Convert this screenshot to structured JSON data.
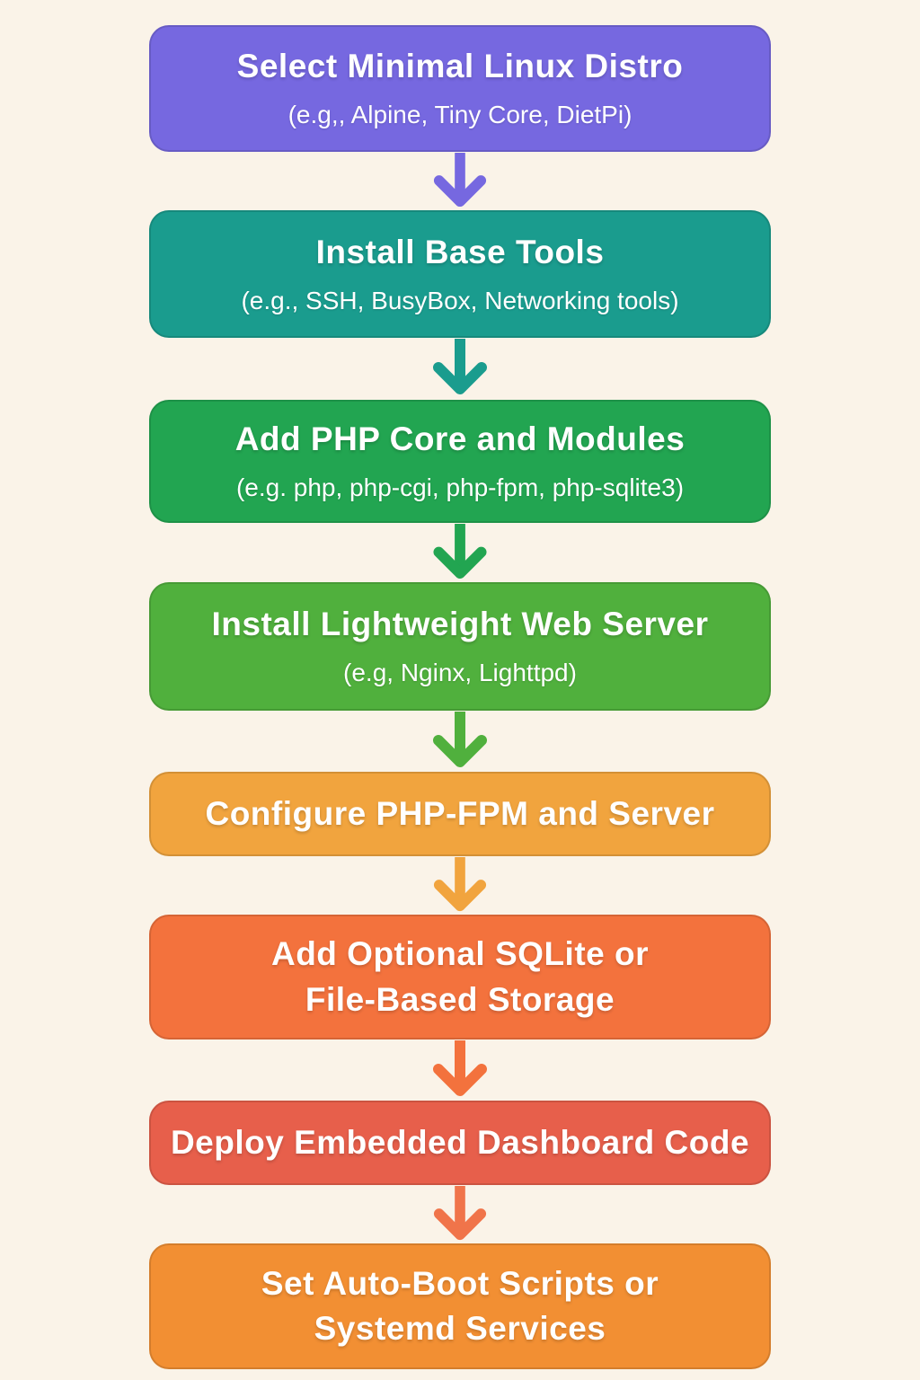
{
  "flowchart": {
    "background_color": "#FAF3E8",
    "text_color": "#FFFFFF",
    "steps": [
      {
        "title": "Select Minimal Linux Distro",
        "subtitle": "(e.g,, Alpine, Tiny Core, DietPi)",
        "color": "#7668E0"
      },
      {
        "title": "Install Base Tools",
        "subtitle": "(e.g., SSH, BusyBox, Networking tools)",
        "color": "#1A9C8E"
      },
      {
        "title": "Add PHP Core and Modules",
        "subtitle": "(e.g. php, php-cgi, php-fpm, php-sqlite3)",
        "color": "#22A551"
      },
      {
        "title": "Install Lightweight Web Server",
        "subtitle": "(e.g, Nginx, Lighttpd)",
        "color": "#50B03D"
      },
      {
        "title": "Configure PHP-FPM and Server",
        "color": "#F1A43E"
      },
      {
        "title": "Add Optional SQLite or",
        "title2": "File-Based Storage",
        "color": "#F3723D"
      },
      {
        "title": "Deploy Embedded Dashboard Code",
        "color": "#E75F4B"
      },
      {
        "title": "Set Auto-Boot Scripts or",
        "title2": "Systemd Services",
        "color": "#F28F33"
      }
    ],
    "arrow_colors": [
      "#7668E0",
      "#1A9C8E",
      "#22A551",
      "#50B03D",
      "#F1A43E",
      "#F3723D",
      "#F0744A"
    ]
  }
}
